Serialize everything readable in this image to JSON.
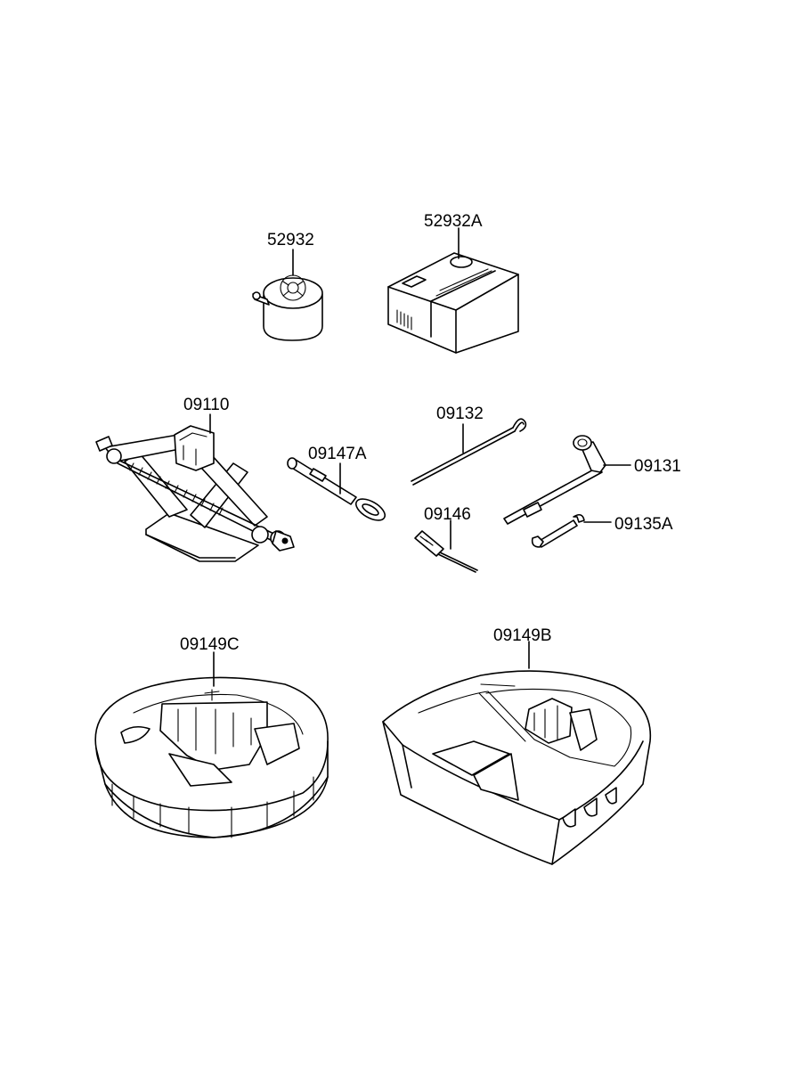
{
  "parts": [
    {
      "id": "p52932",
      "number": "52932"
    },
    {
      "id": "p52932A",
      "number": "52932A"
    },
    {
      "id": "p09110",
      "number": "09110"
    },
    {
      "id": "p09132",
      "number": "09132"
    },
    {
      "id": "p09147A",
      "number": "09147A"
    },
    {
      "id": "p09131",
      "number": "09131"
    },
    {
      "id": "p09146",
      "number": "09146"
    },
    {
      "id": "p09135A",
      "number": "09135A"
    },
    {
      "id": "p09149C",
      "number": "09149C"
    },
    {
      "id": "p09149B",
      "number": "09149B"
    }
  ]
}
